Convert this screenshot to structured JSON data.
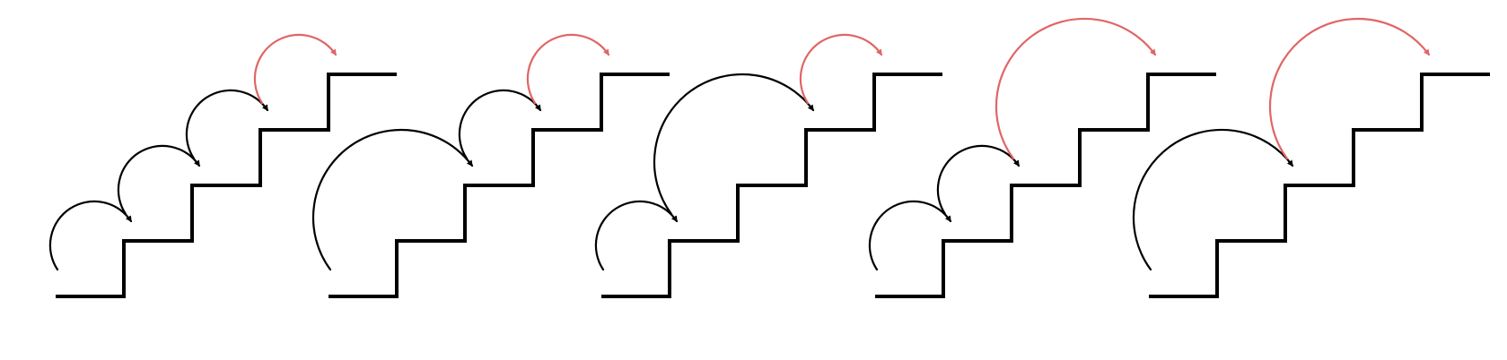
{
  "colors": {
    "staircase": "#000000",
    "step": "#000000",
    "final_step": "#e06666"
  },
  "steps_per_staircase": 4,
  "diagrams": [
    {
      "hops": [
        1,
        1,
        1,
        1
      ]
    },
    {
      "hops": [
        2,
        1,
        1
      ]
    },
    {
      "hops": [
        1,
        2,
        1
      ]
    },
    {
      "hops": [
        1,
        1,
        2
      ]
    },
    {
      "hops": [
        2,
        2
      ]
    }
  ]
}
